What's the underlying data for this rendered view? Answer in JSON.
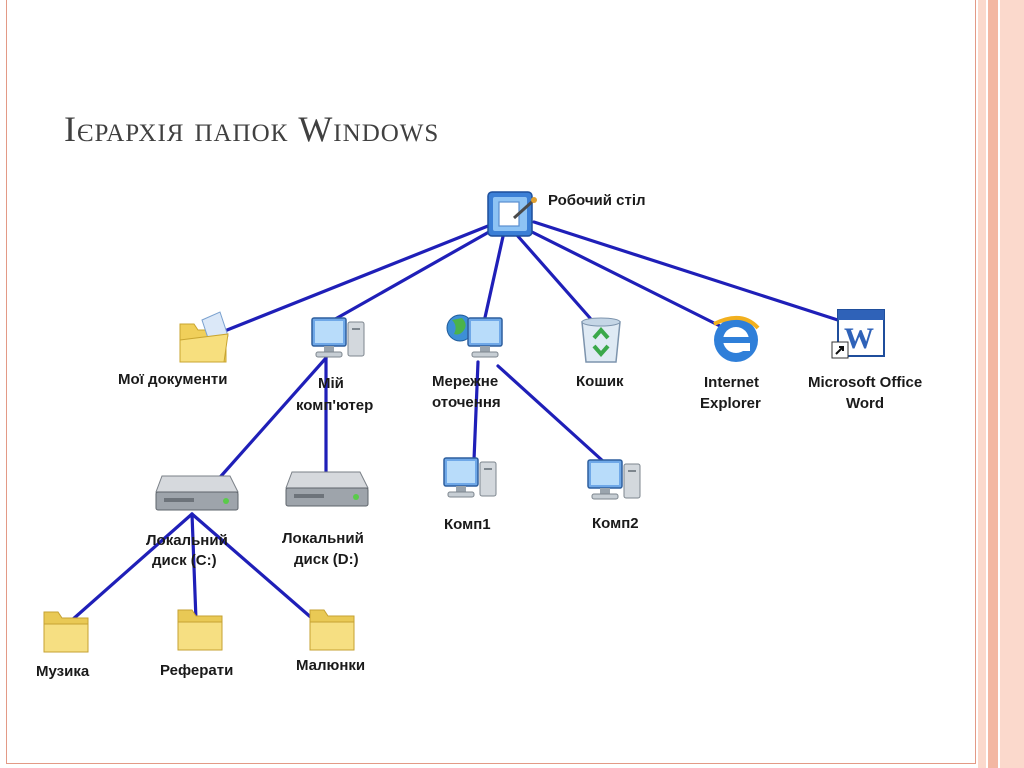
{
  "title": "Ієрархія папок Windows",
  "colors": {
    "connector": "#1f1fb8",
    "frame": "#e39a86",
    "stripe_light": "#fbd9cc",
    "stripe_mid": "#f3b7a2",
    "folder": "#f4dc72",
    "title_text": "#404040"
  },
  "nodes": {
    "desktop": {
      "label": "Робочий стіл",
      "icon": "desktop-icon"
    },
    "my_documents": {
      "label": "Мої документи",
      "icon": "documents-folder-icon"
    },
    "my_computer": {
      "label_lines": [
        "Мій",
        "комп'ютер"
      ],
      "icon": "computer-icon"
    },
    "network": {
      "label_lines": [
        "Мережне",
        "оточення"
      ],
      "icon": "network-globe-icon"
    },
    "recycle_bin": {
      "label": "Кошик",
      "icon": "recycle-bin-icon"
    },
    "internet_explorer": {
      "label_lines": [
        "Internet",
        "Explorer"
      ],
      "icon": "internet-explorer-icon"
    },
    "word": {
      "label_lines": [
        "Microsoft Office",
        "Word"
      ],
      "icon": "word-shortcut-icon"
    },
    "disk_c": {
      "label_lines": [
        "Локальний",
        "диск (C:)"
      ],
      "icon": "hard-drive-icon"
    },
    "disk_d": {
      "label_lines": [
        "Локальний",
        "диск (D:)"
      ],
      "icon": "hard-drive-icon"
    },
    "comp1": {
      "label": "Комп1",
      "icon": "computer-icon"
    },
    "comp2": {
      "label": "Комп2",
      "icon": "computer-icon"
    },
    "music": {
      "label": "Музика",
      "icon": "folder-icon"
    },
    "essays": {
      "label": "Реферати",
      "icon": "folder-icon"
    },
    "pictures": {
      "label": "Малюнки",
      "icon": "folder-icon"
    }
  },
  "edges": [
    [
      "desktop",
      "my_documents"
    ],
    [
      "desktop",
      "my_computer"
    ],
    [
      "desktop",
      "network"
    ],
    [
      "desktop",
      "recycle_bin"
    ],
    [
      "desktop",
      "internet_explorer"
    ],
    [
      "desktop",
      "word"
    ],
    [
      "my_computer",
      "disk_c"
    ],
    [
      "my_computer",
      "disk_d"
    ],
    [
      "network",
      "comp1"
    ],
    [
      "network",
      "comp2"
    ],
    [
      "disk_c",
      "music"
    ],
    [
      "disk_c",
      "essays"
    ],
    [
      "disk_c",
      "pictures"
    ]
  ]
}
